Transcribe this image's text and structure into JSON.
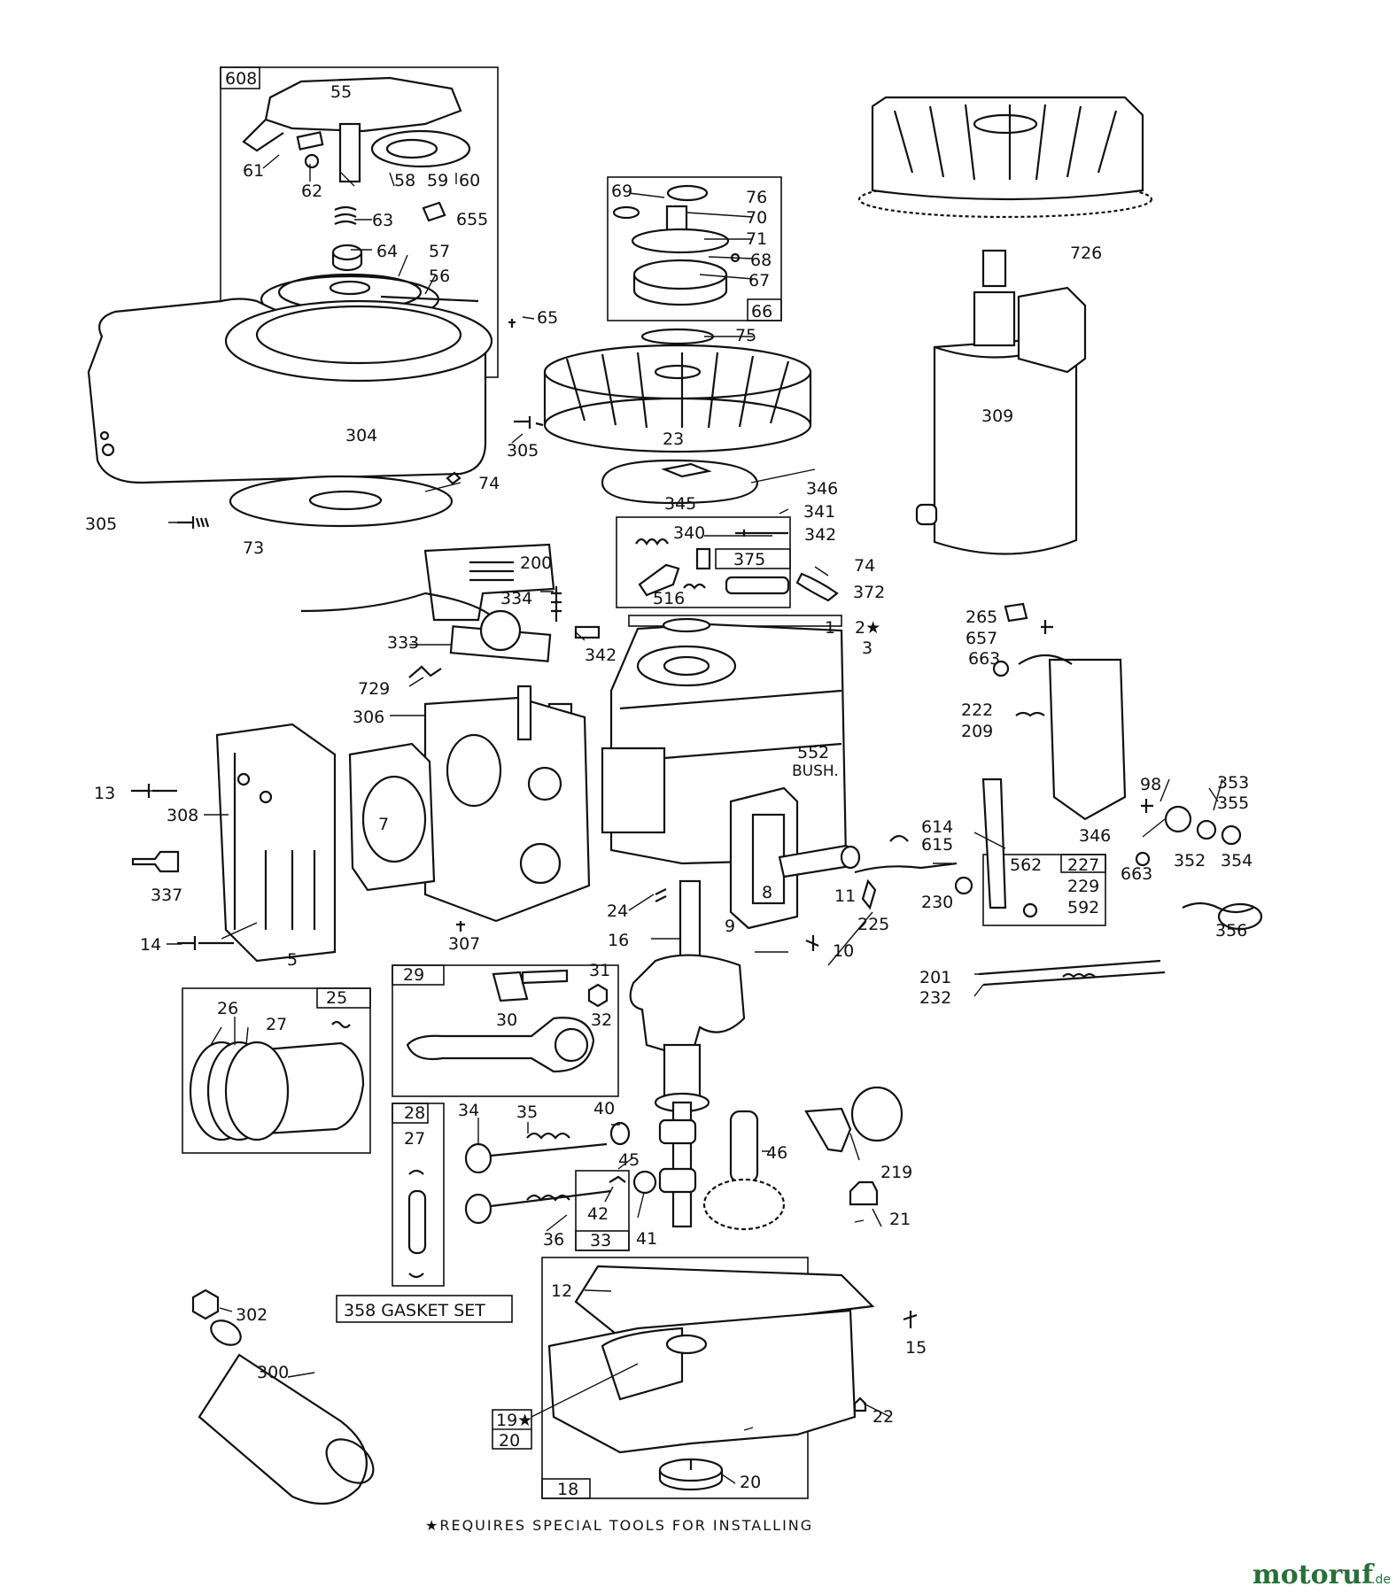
{
  "callouts": [
    {
      "id": "608",
      "text": "608"
    },
    {
      "id": "55",
      "text": "55"
    },
    {
      "id": "61",
      "text": "61"
    },
    {
      "id": "62",
      "text": "62"
    },
    {
      "id": "58",
      "text": "58"
    },
    {
      "id": "59",
      "text": "59"
    },
    {
      "id": "60",
      "text": "60"
    },
    {
      "id": "63",
      "text": "63"
    },
    {
      "id": "655",
      "text": "655"
    },
    {
      "id": "64",
      "text": "64"
    },
    {
      "id": "57",
      "text": "57"
    },
    {
      "id": "56",
      "text": "56"
    },
    {
      "id": "65",
      "text": "65"
    },
    {
      "id": "304",
      "text": "304"
    },
    {
      "id": "305a",
      "text": "305"
    },
    {
      "id": "74a",
      "text": "74"
    },
    {
      "id": "305b",
      "text": "305"
    },
    {
      "id": "73",
      "text": "73"
    },
    {
      "id": "69",
      "text": "69"
    },
    {
      "id": "76",
      "text": "76"
    },
    {
      "id": "70",
      "text": "70"
    },
    {
      "id": "71",
      "text": "71"
    },
    {
      "id": "68",
      "text": "68"
    },
    {
      "id": "67",
      "text": "67"
    },
    {
      "id": "66",
      "text": "66"
    },
    {
      "id": "75",
      "text": "75"
    },
    {
      "id": "23",
      "text": "23"
    },
    {
      "id": "346a",
      "text": "346"
    },
    {
      "id": "345",
      "text": "345"
    },
    {
      "id": "341",
      "text": "341"
    },
    {
      "id": "340",
      "text": "340"
    },
    {
      "id": "342a",
      "text": "342"
    },
    {
      "id": "375",
      "text": "375"
    },
    {
      "id": "74b",
      "text": "74"
    },
    {
      "id": "516",
      "text": "516"
    },
    {
      "id": "372",
      "text": "372"
    },
    {
      "id": "726",
      "text": "726"
    },
    {
      "id": "309",
      "text": "309"
    },
    {
      "id": "200",
      "text": "200"
    },
    {
      "id": "334",
      "text": "334"
    },
    {
      "id": "333",
      "text": "333"
    },
    {
      "id": "342b",
      "text": "342"
    },
    {
      "id": "729",
      "text": "729"
    },
    {
      "id": "306",
      "text": "306"
    },
    {
      "id": "1",
      "text": "1"
    },
    {
      "id": "2",
      "text": "2★"
    },
    {
      "id": "3",
      "text": "3"
    },
    {
      "id": "265",
      "text": "265"
    },
    {
      "id": "657",
      "text": "657"
    },
    {
      "id": "663a",
      "text": "663"
    },
    {
      "id": "222",
      "text": "222"
    },
    {
      "id": "209",
      "text": "209"
    },
    {
      "id": "552",
      "text": "552"
    },
    {
      "id": "bush",
      "text": "BUSH."
    },
    {
      "id": "13",
      "text": "13"
    },
    {
      "id": "308",
      "text": "308"
    },
    {
      "id": "7",
      "text": "7"
    },
    {
      "id": "98",
      "text": "98"
    },
    {
      "id": "353",
      "text": "353"
    },
    {
      "id": "355",
      "text": "355"
    },
    {
      "id": "346b",
      "text": "346"
    },
    {
      "id": "352",
      "text": "352"
    },
    {
      "id": "354",
      "text": "354"
    },
    {
      "id": "663b",
      "text": "663"
    },
    {
      "id": "614",
      "text": "614"
    },
    {
      "id": "615",
      "text": "615"
    },
    {
      "id": "562",
      "text": "562"
    },
    {
      "id": "227",
      "text": "227"
    },
    {
      "id": "229",
      "text": "229"
    },
    {
      "id": "592",
      "text": "592"
    },
    {
      "id": "230",
      "text": "230"
    },
    {
      "id": "337",
      "text": "337"
    },
    {
      "id": "24",
      "text": "24"
    },
    {
      "id": "8",
      "text": "8"
    },
    {
      "id": "11",
      "text": "11"
    },
    {
      "id": "16",
      "text": "16"
    },
    {
      "id": "9",
      "text": "9"
    },
    {
      "id": "225",
      "text": "225"
    },
    {
      "id": "356",
      "text": "356"
    },
    {
      "id": "14",
      "text": "14"
    },
    {
      "id": "5",
      "text": "5"
    },
    {
      "id": "307",
      "text": "307"
    },
    {
      "id": "10",
      "text": "10"
    },
    {
      "id": "201",
      "text": "201"
    },
    {
      "id": "232",
      "text": "232"
    },
    {
      "id": "29",
      "text": "29"
    },
    {
      "id": "31",
      "text": "31"
    },
    {
      "id": "30",
      "text": "30"
    },
    {
      "id": "32",
      "text": "32"
    },
    {
      "id": "25",
      "text": "25"
    },
    {
      "id": "26",
      "text": "26"
    },
    {
      "id": "27a",
      "text": "27"
    },
    {
      "id": "28",
      "text": "28"
    },
    {
      "id": "27b",
      "text": "27"
    },
    {
      "id": "34",
      "text": "34"
    },
    {
      "id": "35",
      "text": "35"
    },
    {
      "id": "40",
      "text": "40"
    },
    {
      "id": "45",
      "text": "45"
    },
    {
      "id": "46",
      "text": "46"
    },
    {
      "id": "219",
      "text": "219"
    },
    {
      "id": "42",
      "text": "42"
    },
    {
      "id": "36",
      "text": "36"
    },
    {
      "id": "33",
      "text": "33"
    },
    {
      "id": "41",
      "text": "41"
    },
    {
      "id": "21",
      "text": "21"
    },
    {
      "id": "12",
      "text": "12"
    },
    {
      "id": "302",
      "text": "302"
    },
    {
      "id": "15",
      "text": "15"
    },
    {
      "id": "300",
      "text": "300"
    },
    {
      "id": "19",
      "text": "19★"
    },
    {
      "id": "20a",
      "text": "20"
    },
    {
      "id": "22",
      "text": "22"
    },
    {
      "id": "18",
      "text": "18"
    },
    {
      "id": "20b",
      "text": "20"
    }
  ],
  "gasket_set_label": "358 GASKET SET",
  "footnote": "★REQUIRES SPECIAL TOOLS FOR INSTALLING",
  "logo": {
    "main": "motoruf",
    "tld": ".de",
    "color": "#2a6e3a"
  }
}
